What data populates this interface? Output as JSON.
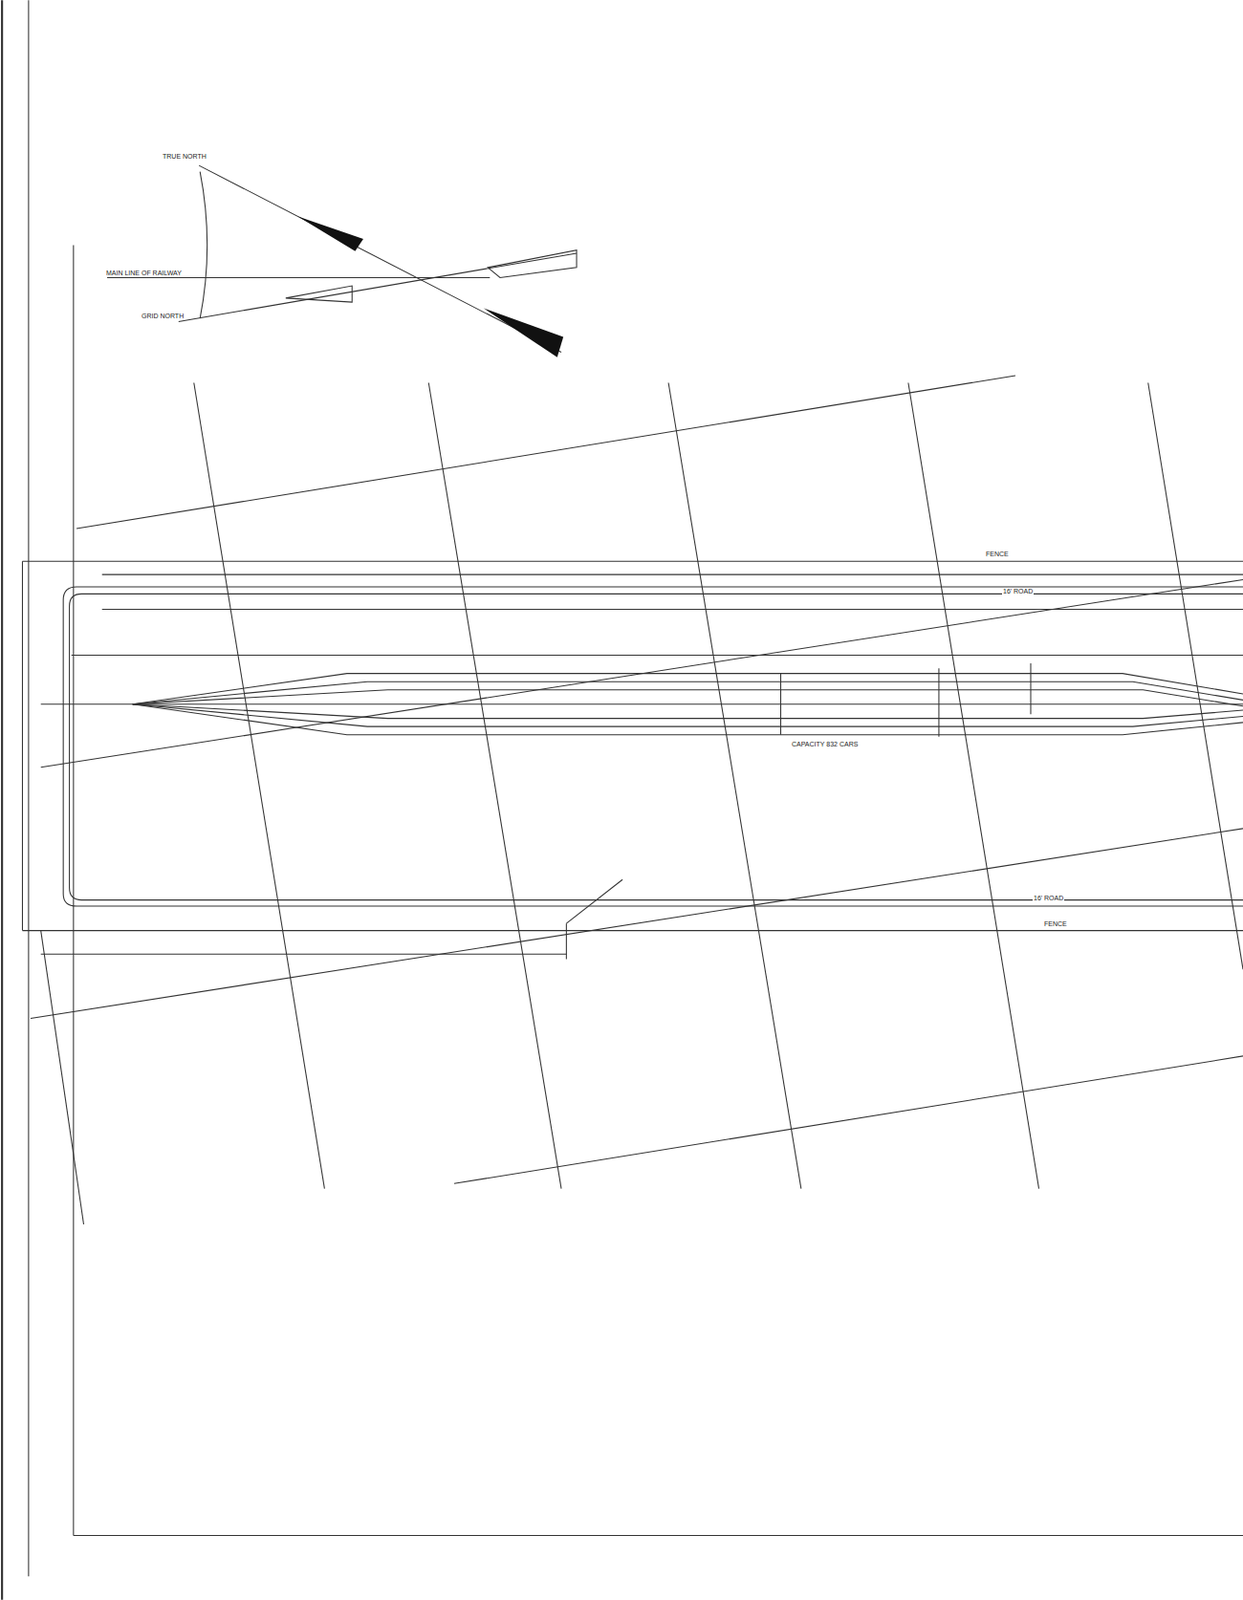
{
  "diagram": {
    "labels": [
      "TRUE NORTH",
      "MAIN LINE OF RAILWAY",
      "GRID NORTH",
      "FENCE",
      "16' ROAD",
      "CAPACITY 832 CARS",
      "16' ROAD",
      "FENCE"
    ]
  }
}
